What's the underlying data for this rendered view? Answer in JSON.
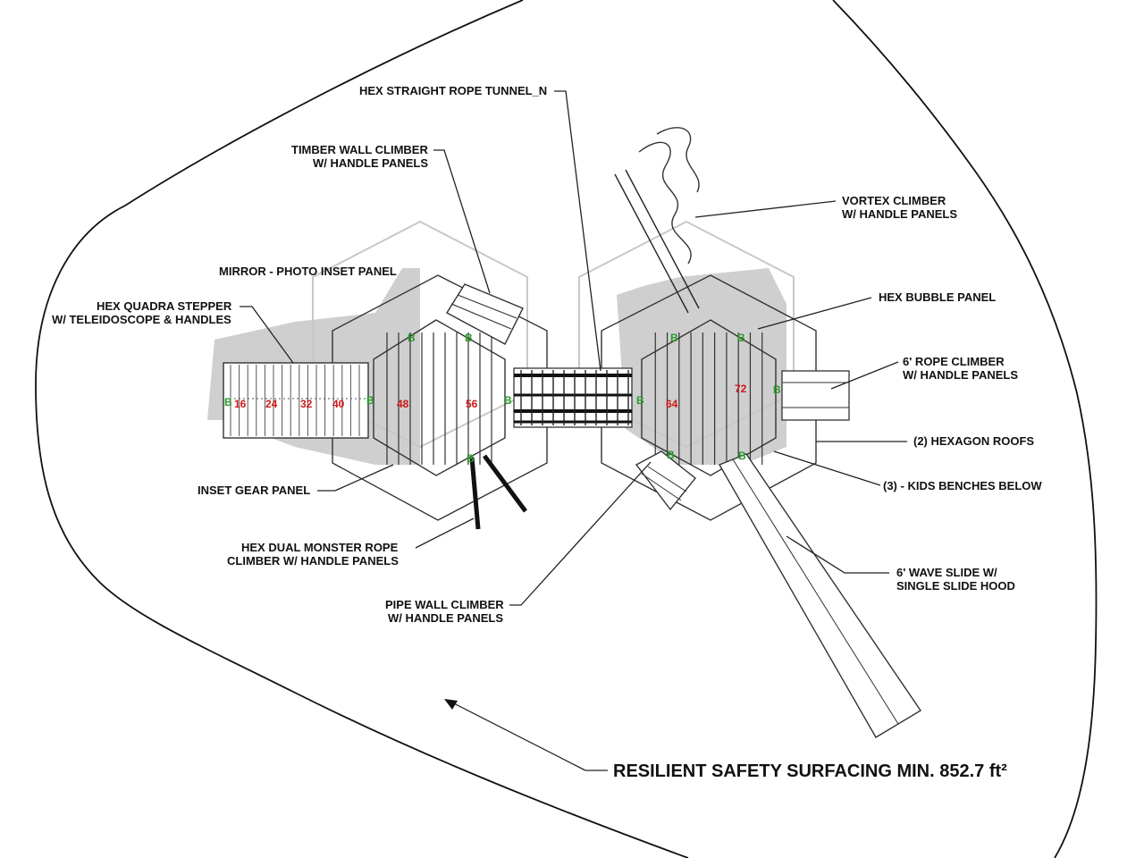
{
  "labels": {
    "rope_tunnel": "HEX STRAIGHT ROPE TUNNEL_N",
    "timber_wall_1": "TIMBER WALL CLIMBER",
    "timber_wall_2": "W/ HANDLE PANELS",
    "vortex_1": "VORTEX CLIMBER",
    "vortex_2": "W/ HANDLE PANELS",
    "mirror": "MIRROR - PHOTO INSET PANEL",
    "quadra_1": "HEX QUADRA STEPPER",
    "quadra_2": "W/ TELEIDOSCOPE & HANDLES",
    "bubble": "HEX BUBBLE PANEL",
    "rope_climber_1": "6' ROPE CLIMBER",
    "rope_climber_2": "W/ HANDLE PANELS",
    "roofs": "(2) HEXAGON ROOFS",
    "benches": "(3) - KIDS BENCHES BELOW",
    "gear": "INSET GEAR PANEL",
    "monster_1": "HEX DUAL MONSTER ROPE",
    "monster_2": "CLIMBER W/ HANDLE PANELS",
    "pipe_1": "PIPE WALL CLIMBER",
    "pipe_2": "W/ HANDLE PANELS",
    "slide_1": "6' WAVE SLIDE W/",
    "slide_2": "SINGLE SLIDE HOOD",
    "surfacing": "RESILIENT SAFETY SURFACING MIN. 852.7 ft²"
  },
  "deck_heights": [
    "16",
    "24",
    "32",
    "40",
    "48",
    "56",
    "64",
    "72"
  ],
  "bench_marker": "B",
  "colors": {
    "line": "#111111",
    "shadow": "#cfcfcf",
    "deck_height_text": "#d01818",
    "bench_marker_text": "#2a9a2a"
  }
}
